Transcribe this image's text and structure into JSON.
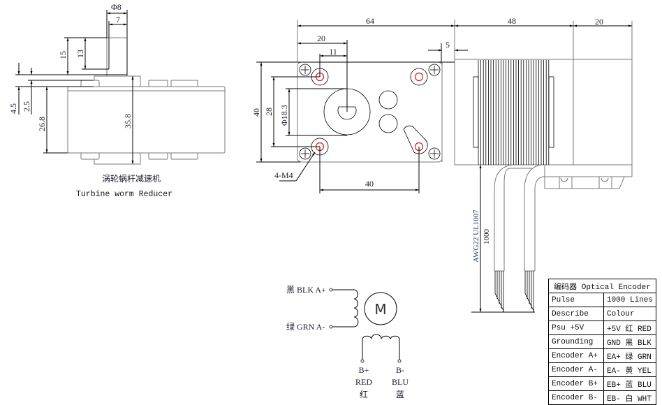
{
  "side_view": {
    "dimensions": {
      "shaft_diameter": "Φ8",
      "shaft_flat": "7",
      "shaft_length": "15",
      "flat_length": "13",
      "d_4_5": "4.5",
      "d_2_5": "2.5",
      "body_height": "26.8",
      "total_height": "35.8"
    },
    "caption_cn": "涡轮蜗杆减速机",
    "caption_en": "Turbine worm Reducer"
  },
  "front_view": {
    "dimensions": {
      "overall_length": "64",
      "shaft_offset": "20",
      "hole_offset": "11",
      "flange_step": "5",
      "motor_length": "48",
      "encoder_length": "20",
      "height": "40",
      "hole_spacing_v": "28",
      "boss_diameter": "Φ18.3",
      "hole_spacing_h": "40"
    },
    "mount_label": "4-M4",
    "cable_spec": "AWG22 UL1007",
    "cable_length": "1000"
  },
  "wiring": {
    "motor_symbol": "M",
    "a_plus": "黑 BLK A+",
    "a_minus": "绿 GRN A-",
    "b_plus": {
      "pin": "B+",
      "color_en": "RED",
      "color_cn": "红"
    },
    "b_minus": {
      "pin": "B-",
      "color_en": "BLU",
      "color_cn": "蓝"
    }
  },
  "encoder_table": {
    "title": "编码器 Optical Encoder",
    "rows": [
      [
        "Pulse",
        "1000 Lines"
      ],
      [
        "Describe",
        "Colour"
      ],
      [
        "Psu +5V",
        "+5V 红 RED"
      ],
      [
        "Grounding",
        "GND 黑 BLK"
      ],
      [
        "Encoder A+",
        "EA+ 绿 GRN"
      ],
      [
        "Encoder A-",
        "EA- 黄 YEL"
      ],
      [
        "Encoder B+",
        "EB+ 蓝 BLU"
      ],
      [
        "Encoder B-",
        "EB- 白 WHT"
      ]
    ]
  }
}
